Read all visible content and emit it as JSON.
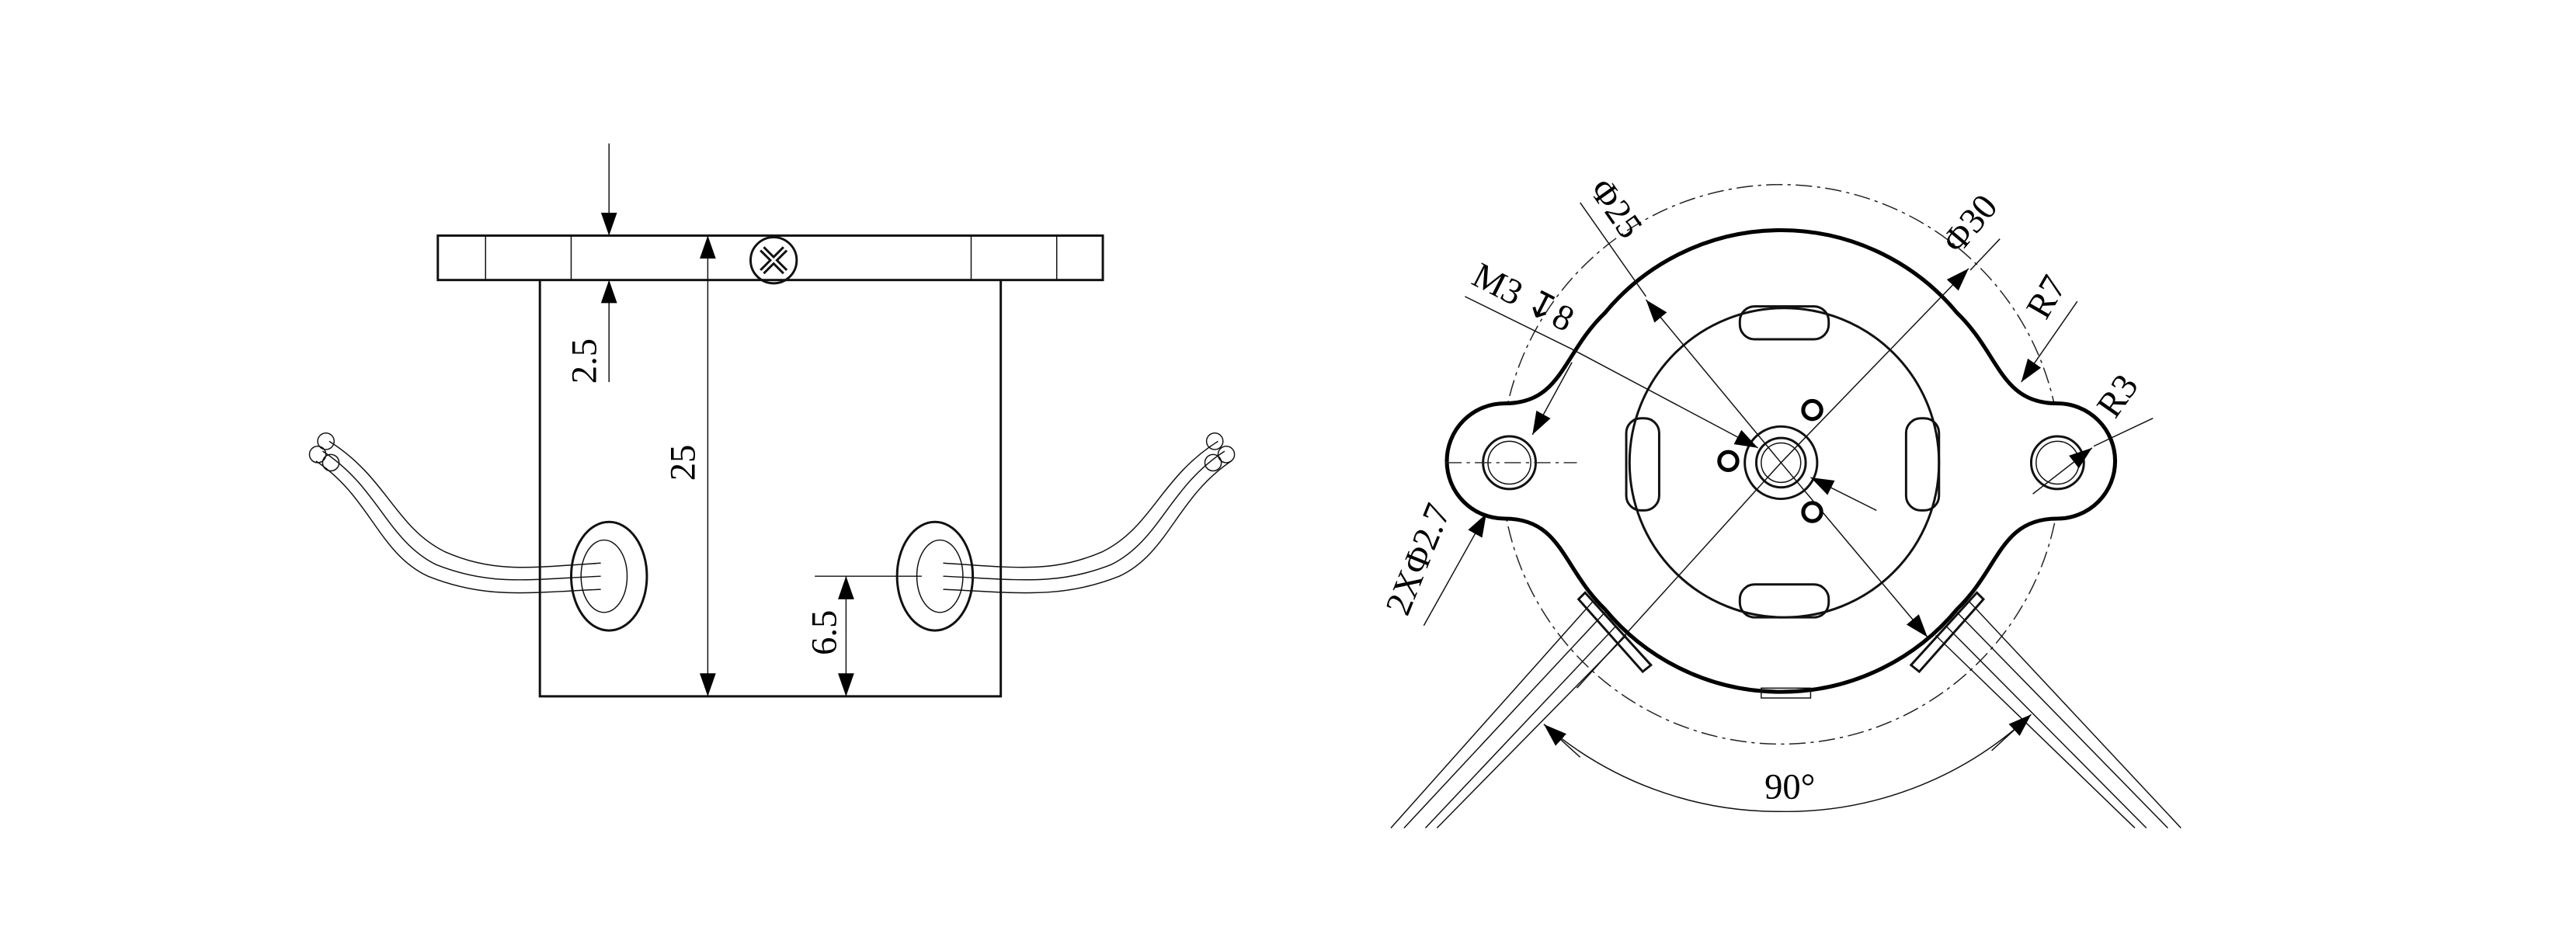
{
  "drawing": {
    "side_view": {
      "dimensions": {
        "flange_thickness": "2.5",
        "height": "25",
        "wire_exit_height": "6.5"
      }
    },
    "bottom_view": {
      "dimensions": {
        "inner_diameter": "Φ25",
        "outer_diameter": "Φ30",
        "thread": "M3 ↧8",
        "ear_radius_outer": "R7",
        "ear_radius": "R3",
        "mount_holes": "2XΦ2.7",
        "wire_angle": "90°"
      }
    }
  }
}
